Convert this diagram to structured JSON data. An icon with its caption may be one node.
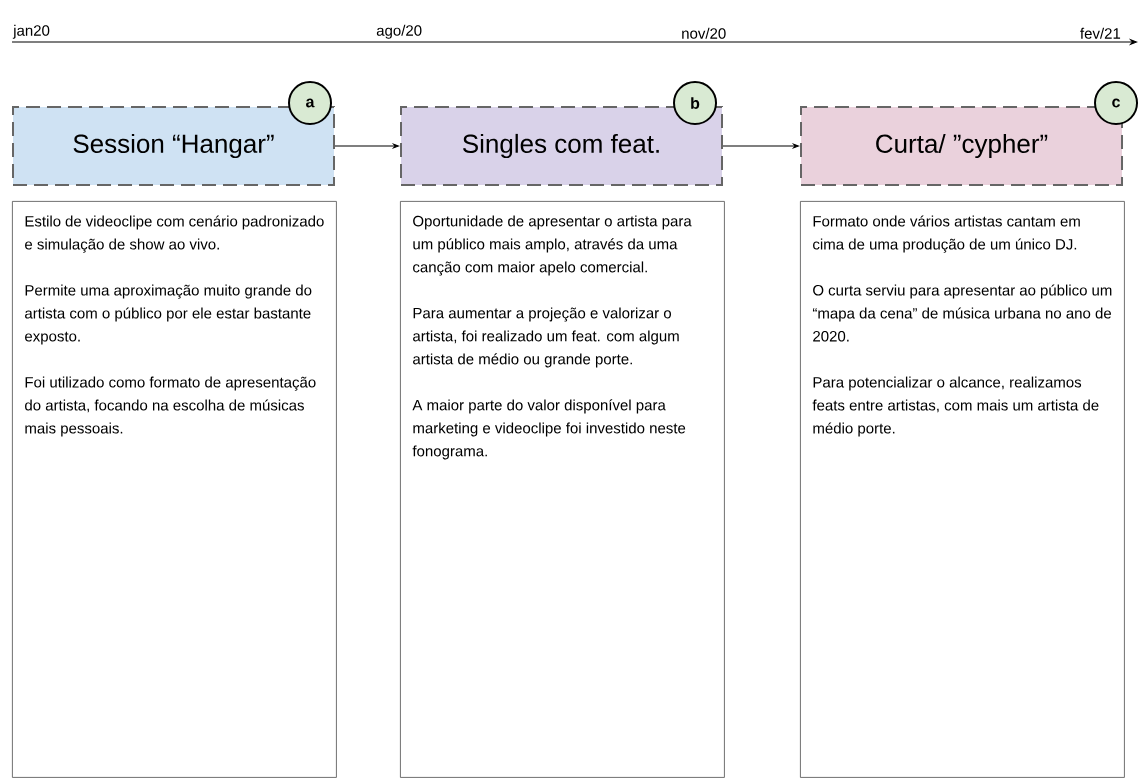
{
  "diagram": {
    "nodes": [
      {
        "text": [
          "Session “Hangar”"
        ]
      },
      {
        "text": [
          "a"
        ]
      },
      {
        "text": [
          "Estilo de videoclipe com cenário padronizado e simulação de show ao vivo.",
          "Permite uma aproximação muito grande do artista com o público por ele estar bastante exposto.",
          "Foi utilizado como formato de apresentação do artista, focando na escolha de músicas mais pessoais."
        ]
      },
      {
        "text": [
          "Singles com feat."
        ]
      },
      {
        "text": [
          "b"
        ]
      },
      {
        "text": [
          "Oportunidade de apresentar o artista para um público mais amplo, através da uma canção com maior apelo comercial.",
          "Para aumentar a projeção e valorizar o artista, foi realizado um feat. com algum artista de médio ou grande porte.",
          "A maior parte do valor disponível para marketing e videoclipe foi investido neste fonograma."
        ]
      },
      {
        "text": [
          "Curta/ ”cypher”"
        ]
      },
      {
        "text": [
          "c"
        ]
      },
      {
        "text": [
          "Formato onde vários artistas cantam em cima de uma produção de um único DJ.",
          "O curta serviu para apresentar ao público um “mapa da cena” de música urbana no ano de 2020.",
          "Para potencializar o alcance, realizamos feats entre artistas, com mais um artista de médio porte."
        ]
      }
    ],
    "edges": [
      {
        "from": 0,
        "to": 3,
        "arrow": "to"
      },
      {
        "from": 3,
        "to": 6,
        "arrow": "to"
      }
    ],
    "labels": [
      "jan20",
      "ago/20",
      "nov/20",
      "fev/21"
    ]
  }
}
